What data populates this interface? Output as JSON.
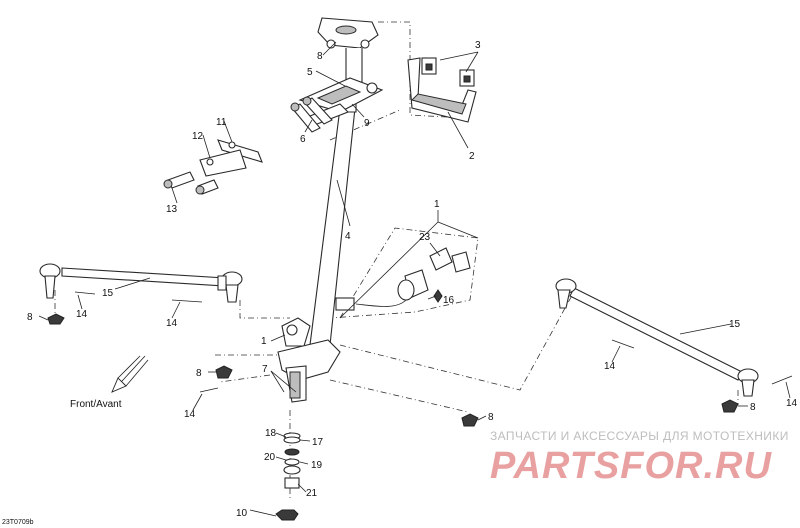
{
  "diagram": {
    "callouts": [
      {
        "id": "c1a",
        "text": "1"
      },
      {
        "id": "c1b",
        "text": "1"
      },
      {
        "id": "c2",
        "text": "2"
      },
      {
        "id": "c3",
        "text": "3"
      },
      {
        "id": "c4",
        "text": "4"
      },
      {
        "id": "c5",
        "text": "5"
      },
      {
        "id": "c6",
        "text": "6"
      },
      {
        "id": "c7",
        "text": "7"
      },
      {
        "id": "c8a",
        "text": "8"
      },
      {
        "id": "c8b",
        "text": "8"
      },
      {
        "id": "c8c",
        "text": "8"
      },
      {
        "id": "c8d",
        "text": "8"
      },
      {
        "id": "c8e",
        "text": "8"
      },
      {
        "id": "c9",
        "text": "9"
      },
      {
        "id": "c10",
        "text": "10"
      },
      {
        "id": "c11",
        "text": "11"
      },
      {
        "id": "c12",
        "text": "12"
      },
      {
        "id": "c13",
        "text": "13"
      },
      {
        "id": "c14a",
        "text": "14"
      },
      {
        "id": "c14b",
        "text": "14"
      },
      {
        "id": "c14c",
        "text": "14"
      },
      {
        "id": "c14d",
        "text": "14"
      },
      {
        "id": "c14e",
        "text": "14"
      },
      {
        "id": "c15a",
        "text": "15"
      },
      {
        "id": "c15b",
        "text": "15"
      },
      {
        "id": "c16",
        "text": "16"
      },
      {
        "id": "c17",
        "text": "17"
      },
      {
        "id": "c18",
        "text": "18"
      },
      {
        "id": "c19",
        "text": "19"
      },
      {
        "id": "c20",
        "text": "20"
      },
      {
        "id": "c21",
        "text": "21"
      },
      {
        "id": "c23",
        "text": "23"
      }
    ],
    "front_label": "Front/Avant",
    "drawing_code": "23T0709b"
  },
  "watermark": {
    "tagline": "ЗАПЧАСТИ И АКСЕССУАРЫ ДЛЯ МОТОТЕХНИКИ",
    "brand": "PARTSFOR.RU",
    "color": "#e8a0a0"
  }
}
